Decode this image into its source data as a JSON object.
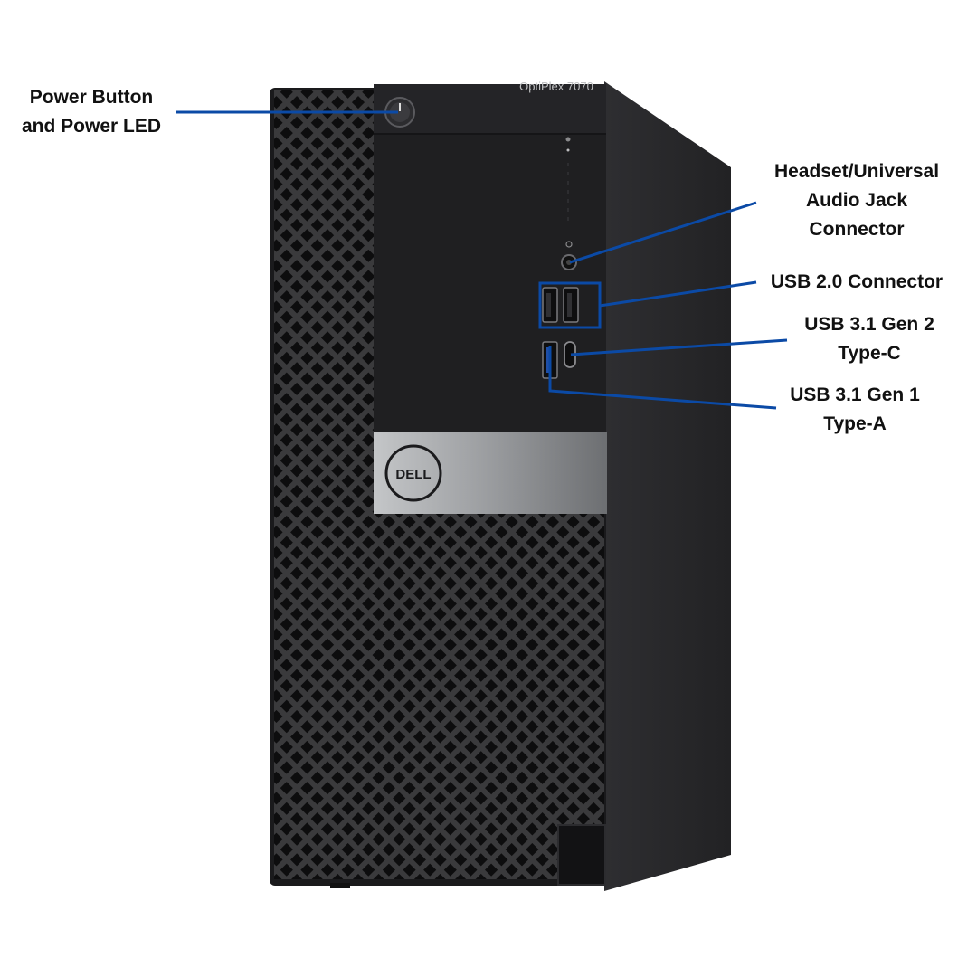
{
  "product": {
    "model_text": "OptiPlex 7070",
    "brand_logo_text": "DELL"
  },
  "callouts": {
    "power": {
      "line1": "Power Button",
      "line2": "and Power LED"
    },
    "audio": {
      "line1": "Headset/Universal",
      "line2": "Audio Jack",
      "line3": "Connector"
    },
    "usb2": {
      "line1": "USB 2.0 Connector"
    },
    "usbc": {
      "line1": "USB 3.1 Gen 2",
      "line2": "Type-C"
    },
    "usba": {
      "line1": "USB 3.1 Gen 1",
      "line2": "Type-A"
    }
  },
  "colors": {
    "leader_line": "#0b4aa6",
    "case_body": "#1c1c1e",
    "side_panel": "#2a2a2d",
    "badge": "#a9abae"
  }
}
